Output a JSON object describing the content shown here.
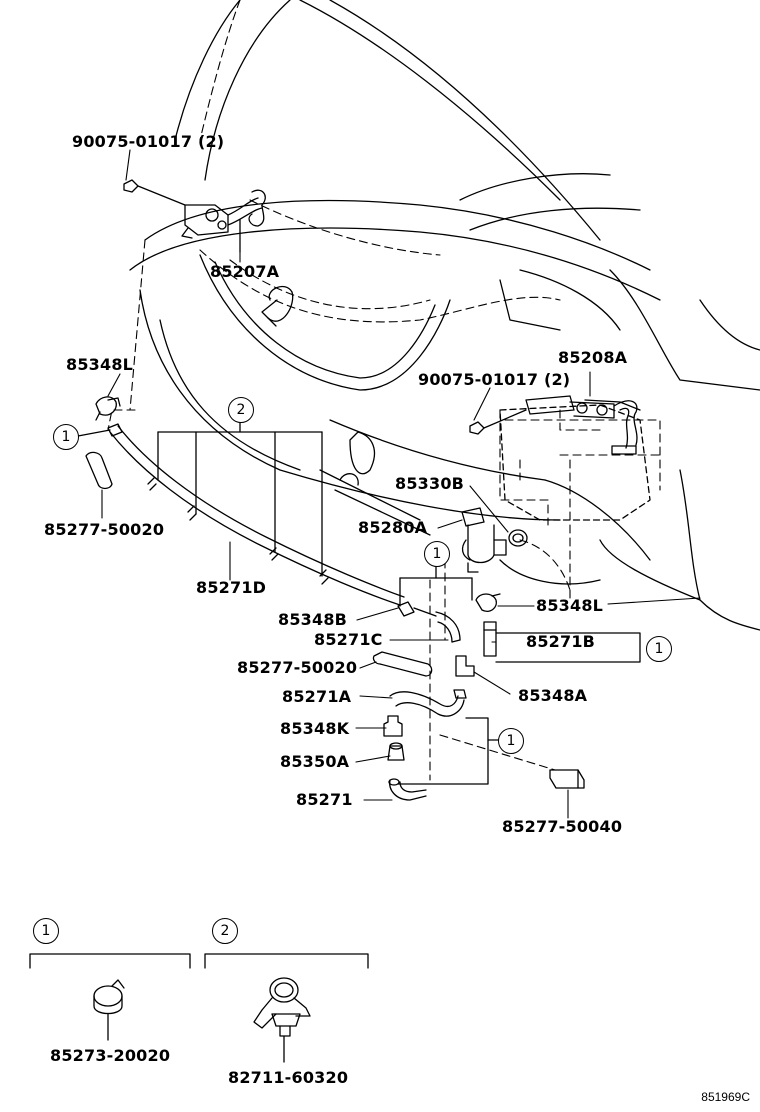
{
  "parts": {
    "bolt_upper": "90075-01017 (2)",
    "nozzle_left": "85207A",
    "hose_joint_l": "85348L",
    "sleeve_left": "85277-50020",
    "hose_main": "85271D",
    "nozzle_right": "85208A",
    "bolt_right": "90075-01017 (2)",
    "grommet": "85330B",
    "pump": "85280A",
    "joint_b": "85348B",
    "hose_c": "85271C",
    "sleeve_mid": "85277-50020",
    "hose_a": "85271A",
    "joint_k": "85348K",
    "valve": "85350A",
    "hose": "85271",
    "joint_l_right": "85348L",
    "hose_b": "85271B",
    "joint_a": "85348A",
    "sleeve_right": "85277-50040",
    "clamp_1": "85273-20020",
    "clip_2": "82711-60320"
  },
  "callouts": {
    "one": "1",
    "two": "2"
  },
  "illustration_code": "851969C"
}
